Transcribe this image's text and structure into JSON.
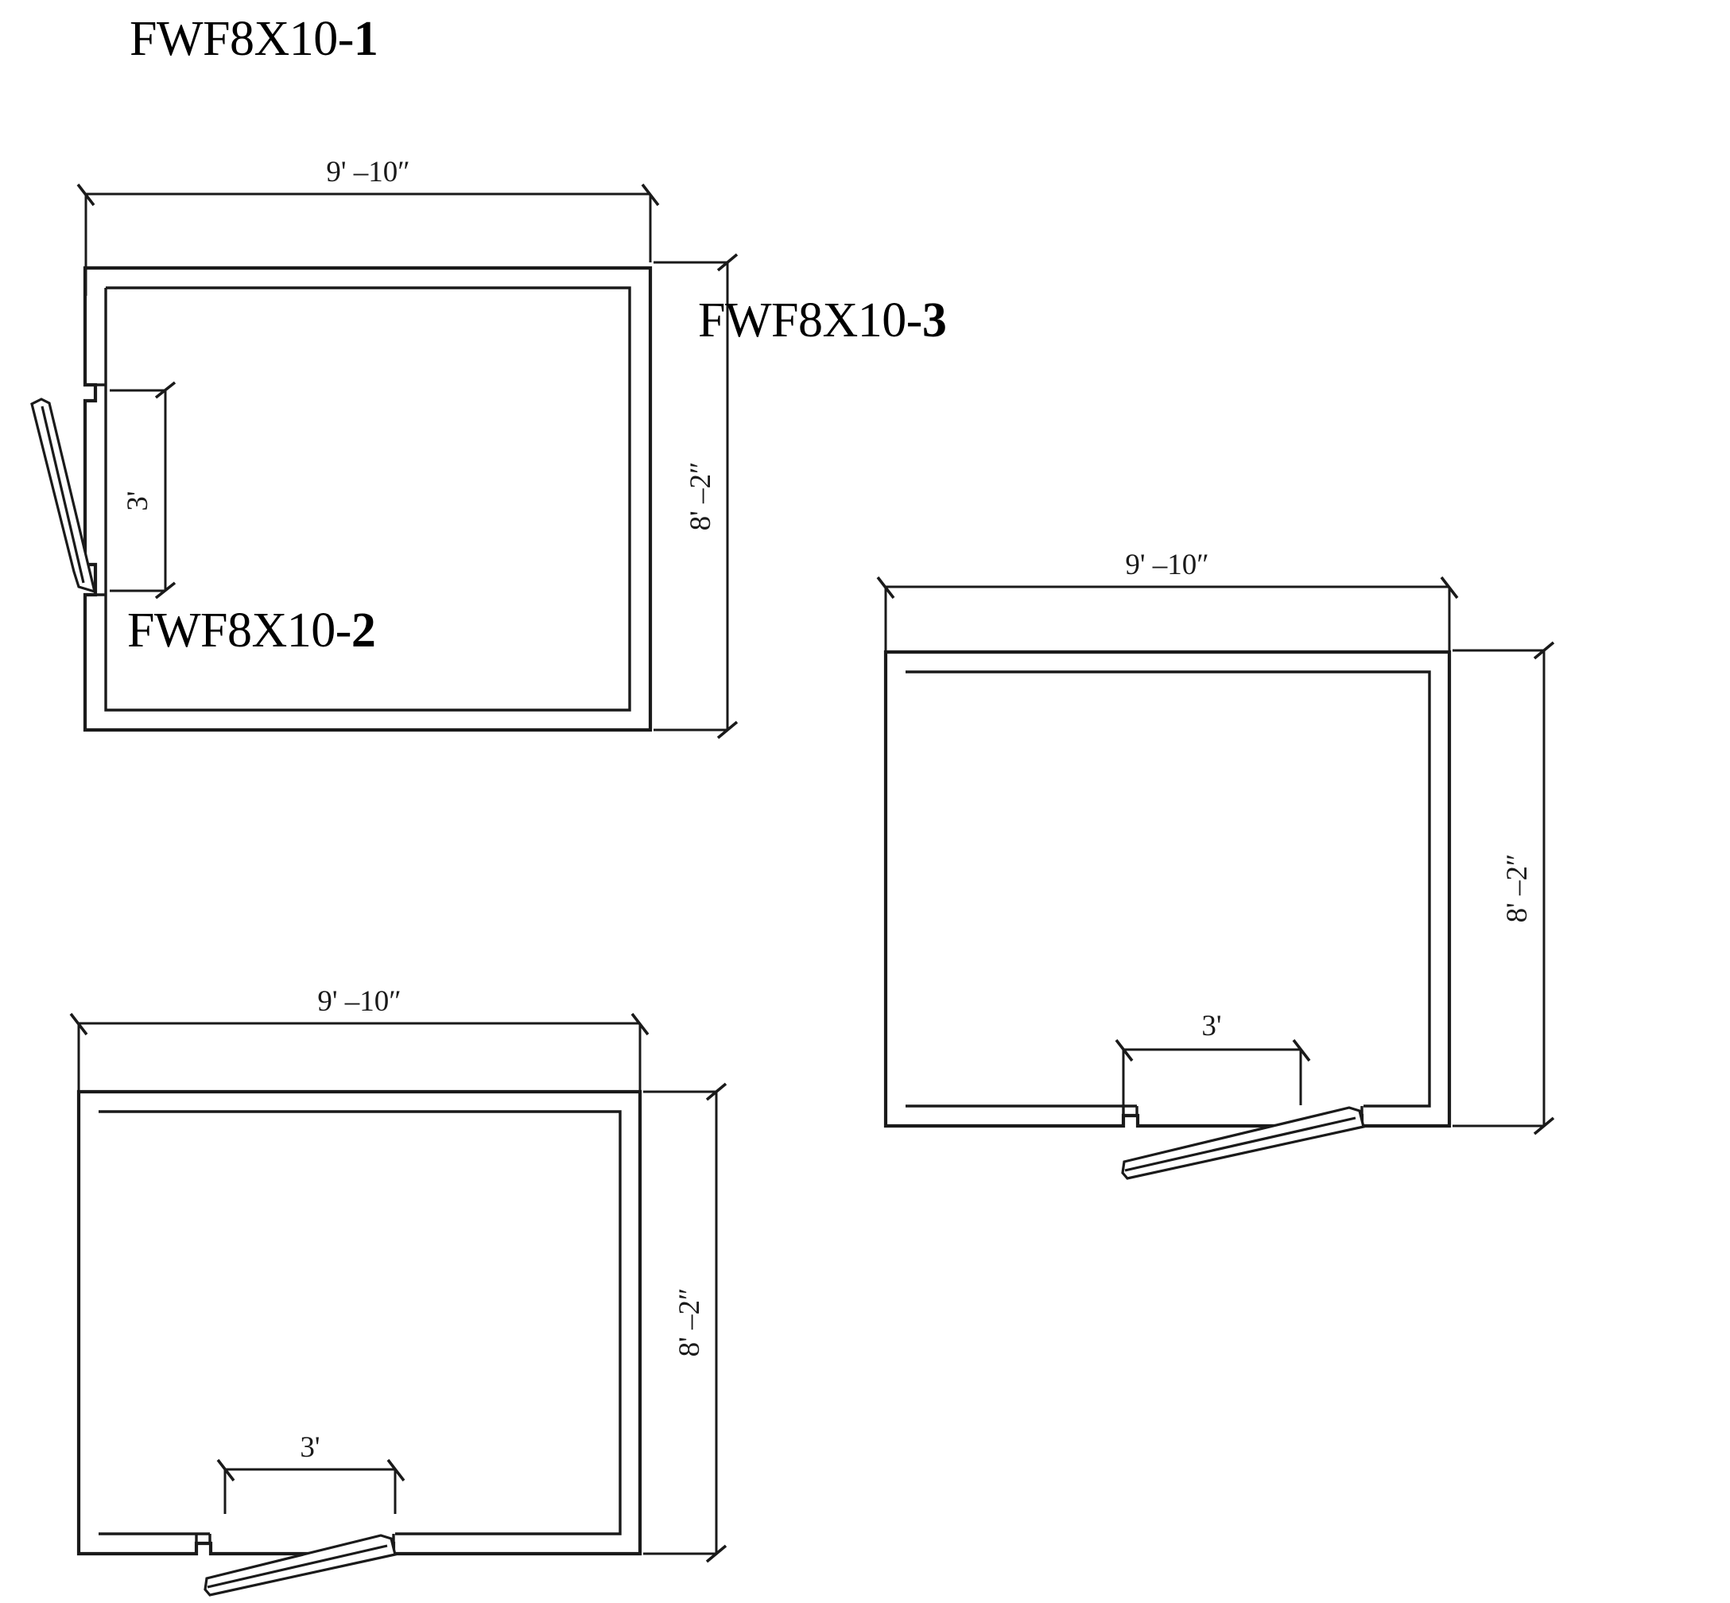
{
  "sheet": {
    "background_color": "#ffffff",
    "line_color": "#1a1a1a",
    "dimension_text_color": "#1a1a1a",
    "drawing_type": "walk-in-cooler-floor-plans"
  },
  "drawings": [
    {
      "id": "fwf8x10-1",
      "title_code": "FWF8X10-",
      "title_seq": "1",
      "title_full": "FWF8X10-1",
      "door_side": "left",
      "door_swing": "out-left",
      "dimensions": {
        "width_label": "9' –10″",
        "depth_label": "8' –2″",
        "door_label": "3'",
        "width_feet": 9,
        "width_inches": 10,
        "depth_feet": 8,
        "depth_inches": 2,
        "door_feet": 3
      }
    },
    {
      "id": "fwf8x10-2",
      "title_code": "FWF8X10-",
      "title_seq": "2",
      "title_full": "FWF8X10-2",
      "door_side": "bottom",
      "door_swing": "out-down-left",
      "dimensions": {
        "width_label": "9' –10″",
        "depth_label": "8' –2″",
        "door_label": "3'",
        "width_feet": 9,
        "width_inches": 10,
        "depth_feet": 8,
        "depth_inches": 2,
        "door_feet": 3
      }
    },
    {
      "id": "fwf8x10-3",
      "title_code": "FWF8X10-",
      "title_seq": "3",
      "title_full": "FWF8X10-3",
      "door_side": "bottom",
      "door_swing": "out-down-left",
      "dimensions": {
        "width_label": "9' –10″",
        "depth_label": "8' –2″",
        "door_label": "3'",
        "width_feet": 9,
        "width_inches": 10,
        "depth_feet": 8,
        "depth_inches": 2,
        "door_feet": 3
      }
    }
  ]
}
